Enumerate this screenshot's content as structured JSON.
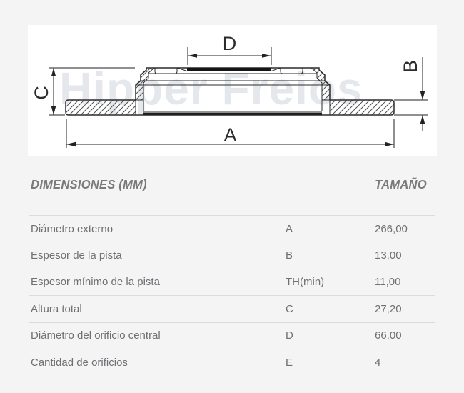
{
  "page": {
    "background": "#f4f4f4"
  },
  "diagram": {
    "watermark": "Hipper Freios",
    "dimension_labels": {
      "a": "A",
      "b": "B",
      "c": "C",
      "d": "D"
    },
    "colors": {
      "panel": "#ffffff",
      "line": "#2b2b2b",
      "watermark": "#e4e8ec"
    }
  },
  "table": {
    "headers": {
      "dimensions": "DIMENSIONES (MM)",
      "size": "TAMAÑO"
    },
    "rows": [
      {
        "label": "Diámetro externo",
        "symbol": "A",
        "value": "266,00"
      },
      {
        "label": "Espesor de la pista",
        "symbol": "B",
        "value": "13,00"
      },
      {
        "label": "Espesor mínimo de la pista",
        "symbol": "TH(min)",
        "value": "11,00"
      },
      {
        "label": "Altura total",
        "symbol": "C",
        "value": "27,20"
      },
      {
        "label": "Diámetro del orificio central",
        "symbol": "D",
        "value": "66,00"
      },
      {
        "label": "Cantidad de orificios",
        "symbol": "E",
        "value": "4"
      }
    ],
    "colors": {
      "header_text": "#7a7a7a",
      "row_text": "#6f6f74",
      "divider": "#dcdcdc"
    }
  }
}
